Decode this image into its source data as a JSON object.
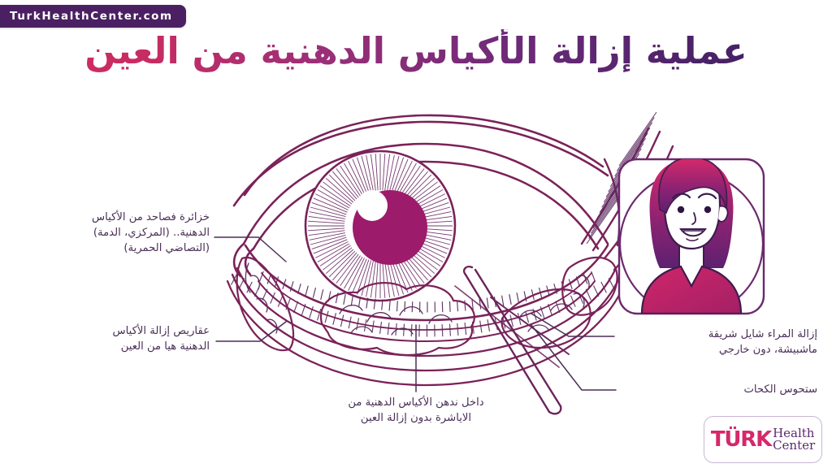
{
  "watermark": {
    "text": "TurkHealthCenter.com",
    "bg_color": "#4b2063",
    "text_color": "#ffffff"
  },
  "title": {
    "text": "عملية إزالة الأكياس الدهنية من العين",
    "gradient_from": "#d42b58",
    "gradient_to": "#3f1f5e"
  },
  "illustration": {
    "name": "eye-anatomy-diagram",
    "line_color": "#7b2259",
    "detail_color": "#5b2a5e",
    "pupil_color": "#9c1b6b",
    "instrument": "surgical-cannula"
  },
  "avatar": {
    "name": "smiling-woman-illustration",
    "hair_color_top": "#d62a6b",
    "hair_color_bottom": "#5c2170",
    "shirt_color": "#c22464",
    "frame_color": "#6b2a6e"
  },
  "labels": {
    "sebaceous": "خزائرة فصاحد من الأكياس الدهنية.. (المركزي، الدمة) (التصاضي الحمرية)",
    "sebaceous_lines": [
      "خزائرة فصاحد من الأكياس",
      "الدهنية.. (المركزي، الدمة)",
      "(التصاضي الحمرية)"
    ],
    "drugs": "عقاريص إزالة الأكياس الدهنية هيا من العين",
    "drugs_lines": [
      "عقاريص إزالة الأكياس",
      "الدهنية هيا من العين"
    ],
    "inside": "داخل ندهن الأكياس الدهنية من الاياشرة بدون إزالة العين",
    "inside_lines": [
      "داخل ندهن الأكياس الدهنية من",
      "الاياشرة بدون إزالة العين"
    ],
    "removal": "إزالة المراء شايل شريقة ماشبيشة، دون خارجي",
    "removal_lines": [
      "إزالة المراء شايل شريقة",
      "ماشبيشة، دون خارجي"
    ],
    "stitches": "ستحوس الكحات",
    "stitches_lines": [
      "ستحوس الكحات"
    ],
    "text_color": "#4b2f57"
  },
  "logo": {
    "turk": "TÜRK",
    "health": "Health",
    "center": "Center",
    "turk_color": "#d6286a",
    "text_color": "#5d2a6e"
  }
}
